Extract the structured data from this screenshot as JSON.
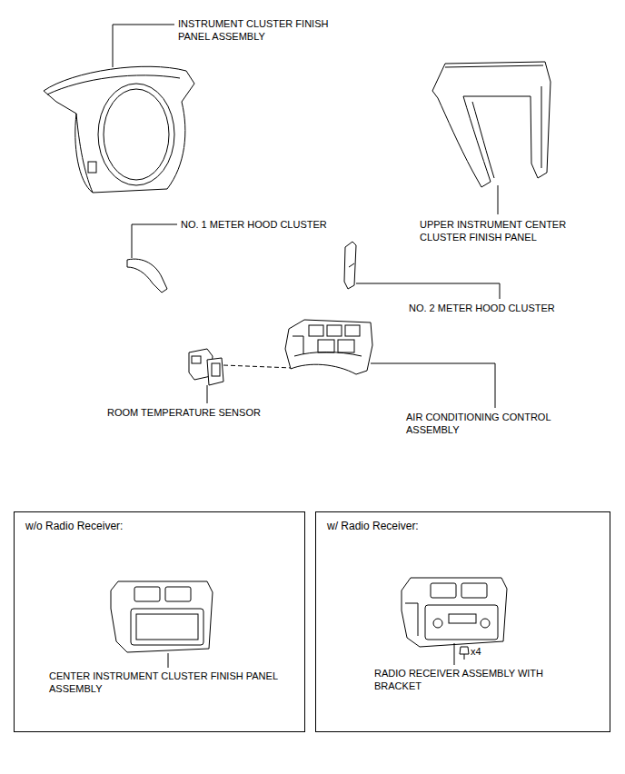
{
  "diagram": {
    "nodes": [
      {
        "text": [
          "w/o Radio Receiver:",
          "CENTER INSTRUMENT CLUSTER FINISH PANEL ASSEMBLY"
        ]
      },
      {
        "text": [
          "w/ Radio Receiver:",
          "x4",
          "RADIO RECEIVER ASSEMBLY WITH BRACKET"
        ]
      }
    ],
    "labels": [
      "INSTRUMENT CLUSTER FINISH PANEL ASSEMBLY",
      "UPPER INSTRUMENT CENTER CLUSTER FINISH PANEL",
      "NO. 1 METER HOOD CLUSTER",
      "NO. 2 METER HOOD CLUSTER",
      "ROOM TEMPERATURE SENSOR",
      "AIR CONDITIONING CONTROL ASSEMBLY"
    ]
  }
}
